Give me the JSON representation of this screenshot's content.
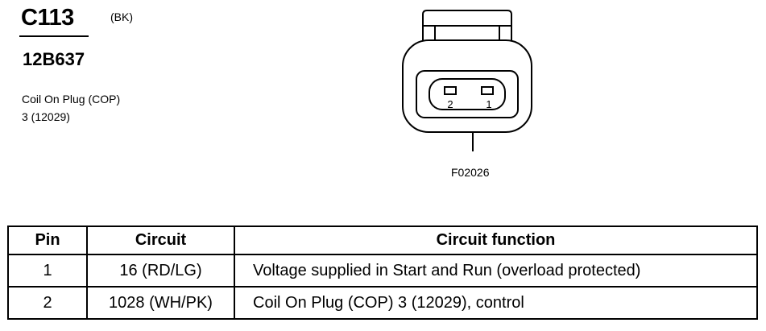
{
  "header": {
    "connector_id": "C113",
    "color_code": "(BK)",
    "part_number": "12B637",
    "description_line1": "Coil On Plug (COP)",
    "description_line2": "3 (12029)"
  },
  "diagram": {
    "pin_labels": [
      "2",
      "1"
    ],
    "figure_id": "F02026"
  },
  "table": {
    "headers": {
      "pin": "Pin",
      "circuit": "Circuit",
      "function": "Circuit function"
    },
    "rows": [
      {
        "pin": "1",
        "circuit": "16 (RD/LG)",
        "function": "Voltage supplied in Start and Run (overload protected)"
      },
      {
        "pin": "2",
        "circuit": "1028 (WH/PK)",
        "function": "Coil On Plug (COP) 3 (12029), control"
      }
    ]
  }
}
